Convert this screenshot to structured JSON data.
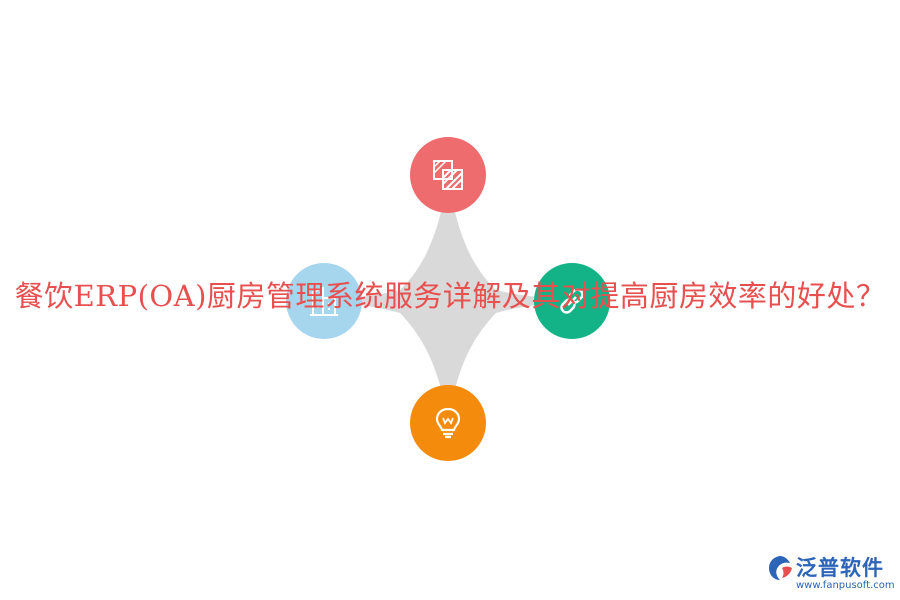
{
  "title": "餐饮ERP(OA)厨房管理系统服务详解及其对提高厨房效率的好处？",
  "diagram": {
    "shape_color": "#d9d9d9",
    "nodes": [
      {
        "position": "top",
        "color": "#ee6b6e",
        "icon": "hatched-squares-icon"
      },
      {
        "position": "left",
        "color": "#a6d5ee",
        "icon": "building-icon"
      },
      {
        "position": "right",
        "color": "#14b387",
        "icon": "link-icon"
      },
      {
        "position": "bottom",
        "color": "#f58b0c",
        "icon": "lightbulb-icon"
      }
    ]
  },
  "logo": {
    "name": "泛普软件",
    "url": "www.fanpusoft.com",
    "color": "#2b64b8",
    "accent": "#e8504f"
  }
}
